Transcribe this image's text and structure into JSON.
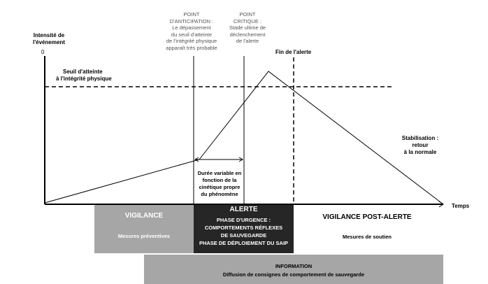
{
  "axes": {
    "y_label_line1": "Intensité de",
    "y_label_line2": "l'événement",
    "origin": "0",
    "x_label": "Temps"
  },
  "annotations": {
    "threshold_line1": "Seuil d'atteinte",
    "threshold_line2": "à l'intégrité physique",
    "end_alert": "Fin de l'alerte",
    "stabilisation_line1": "Stabilisation :",
    "stabilisation_line2": "retour",
    "stabilisation_line3": "à la normale",
    "duration_line1": "Durée variable en",
    "duration_line2": "fonction de la",
    "duration_line3": "cinétique propre",
    "duration_line4": "du phénomène"
  },
  "anticipation": {
    "title_line1": "POINT",
    "title_line2": "D'ANTICIPATION :",
    "desc_line1": "Le dépassement",
    "desc_line2": "du seuil d'atteinte",
    "desc_line3": "de l'intégrité physique",
    "desc_line4": "apparaît très probable"
  },
  "critical": {
    "title_line1": "POINT",
    "title_line2": "CRITIQUE :",
    "desc_line1": "Stade ultime de",
    "desc_line2": "déclenchement",
    "desc_line3": "de l'alerte"
  },
  "phases": {
    "vigilance_title": "VIGILANCE",
    "vigilance_sub": "Mesures préventives",
    "alerte_title": "ALERTE",
    "alerte_line1": "PHASE D'URGENCE :",
    "alerte_line2": "COMPORTEMENTS RÉFLEXES",
    "alerte_line3": "DE SAUVEGARDE",
    "alerte_line4": "PHASE DE DÉPLOIEMENT DU SAIP",
    "post_title": "VIGILANCE POST-ALERTE",
    "post_sub": "Mesures de soutien",
    "info_title": "INFORMATION",
    "info_sub": "Diffusion de consignes de comportement de sauvegarde"
  },
  "colors": {
    "vigilance_bg": "#a6a6a6",
    "alerte_bg": "#262626",
    "info_bg": "#a6a6a6"
  }
}
